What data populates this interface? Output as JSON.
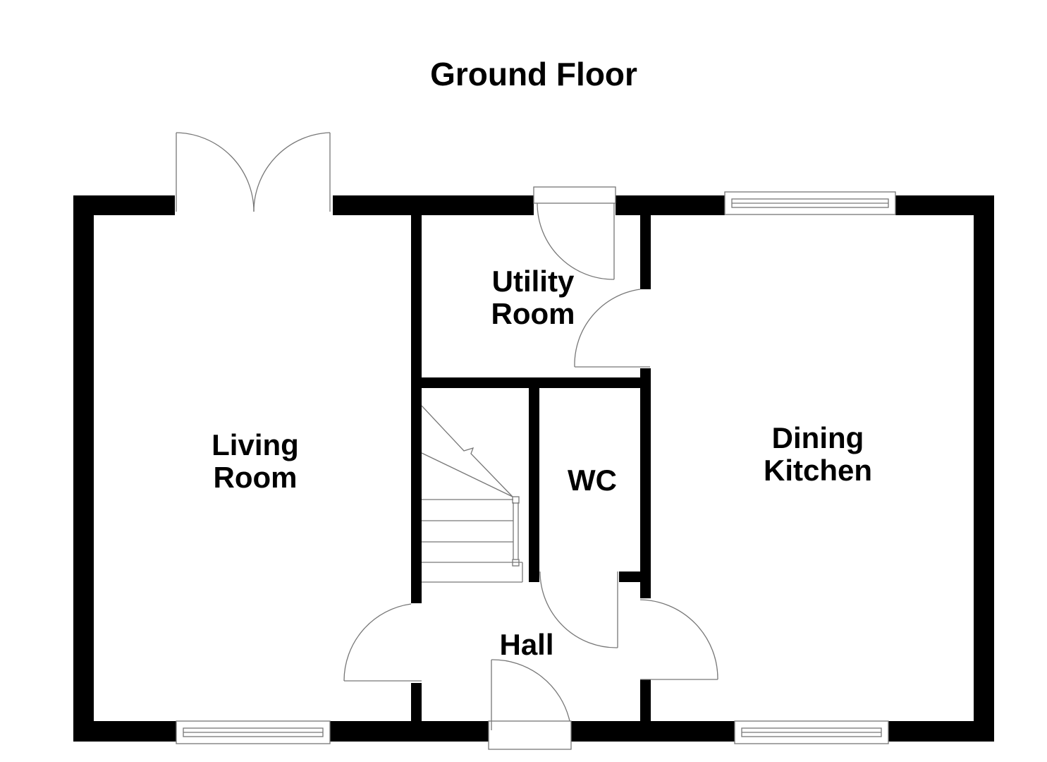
{
  "title": "Ground Floor",
  "rooms": {
    "living": [
      "Living",
      "Room"
    ],
    "utility": [
      "Utility",
      "Room"
    ],
    "wc": "WC",
    "dining": [
      "Dining",
      "Kitchen"
    ],
    "hall": "Hall"
  }
}
